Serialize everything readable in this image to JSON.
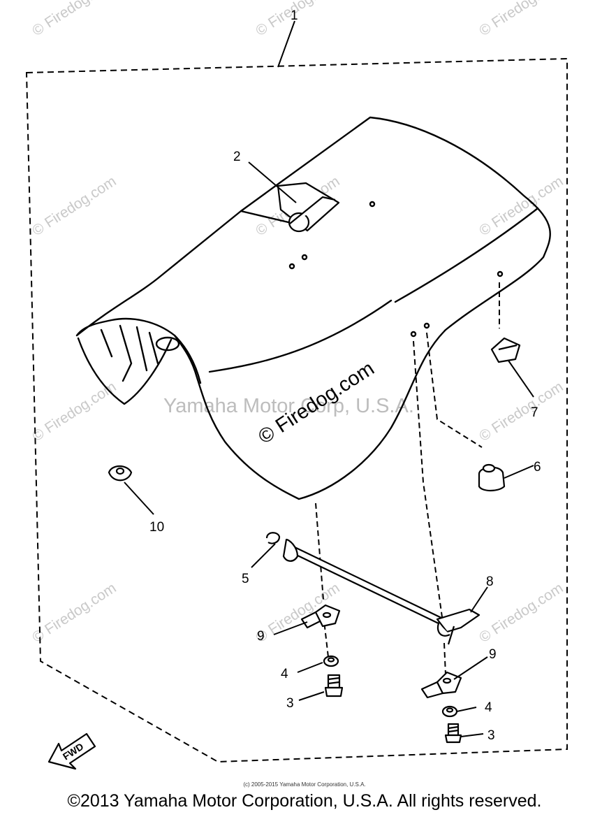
{
  "diagram": {
    "callouts": {
      "c1": "1",
      "c2": "2",
      "c3a": "3",
      "c3b": "3",
      "c4a": "4",
      "c4b": "4",
      "c5": "5",
      "c6": "6",
      "c7": "7",
      "c8": "8",
      "c9a": "9",
      "c9b": "9",
      "c10": "10"
    },
    "fwd_label": "FWD",
    "watermarks": {
      "site": "© Firedog.com",
      "center": "© Firedog.com",
      "owner": "Yamaha Motor Corp, U.S.A."
    }
  },
  "footer": {
    "small_copyright": "(c) 2005-2015 Yamaha Motor Corporation, U.S.A.",
    "copyright": "©2013 Yamaha Motor Corporation, U.S.A. All rights reserved."
  }
}
